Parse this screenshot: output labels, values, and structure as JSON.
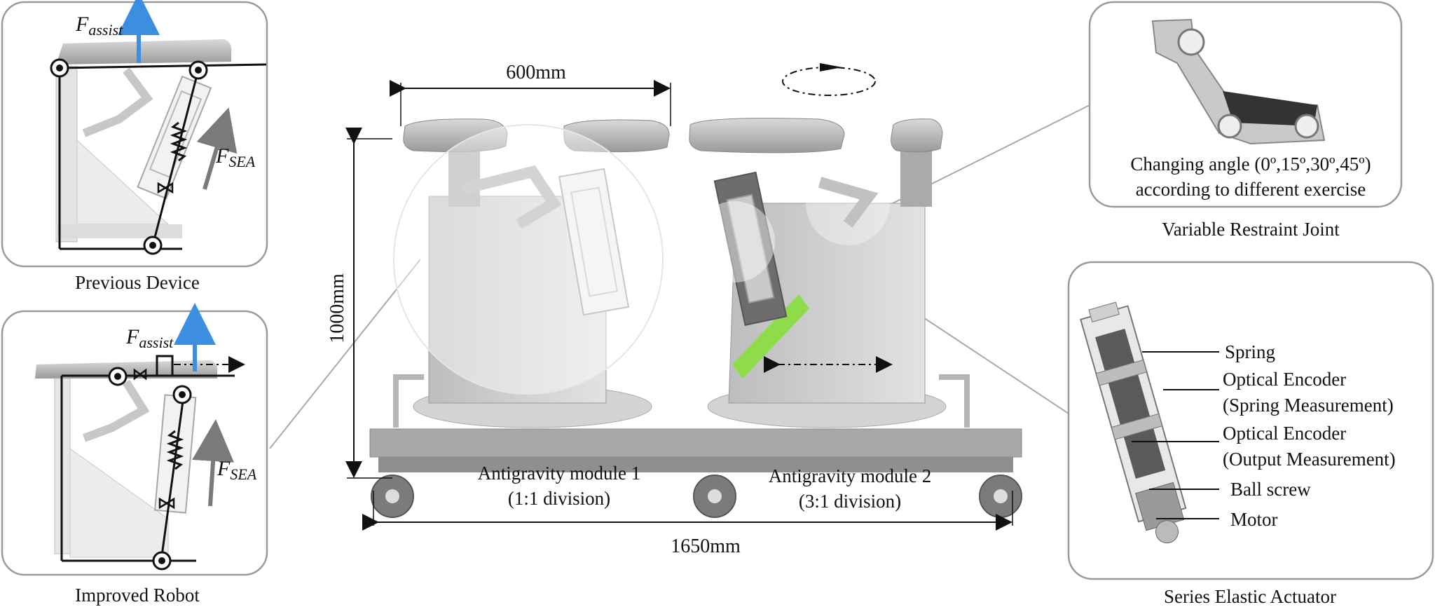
{
  "panels": {
    "previous": {
      "caption": "Previous Device",
      "f_assist": "F",
      "f_assist_sub": "assist",
      "f_sea": "F",
      "f_sea_sub": "SEA"
    },
    "improved": {
      "caption": "Improved Robot",
      "f_assist": "F",
      "f_assist_sub": "assist",
      "f_sea": "F",
      "f_sea_sub": "SEA"
    },
    "joint": {
      "caption": "Variable Restraint Joint",
      "line1": "Changing angle (0º,15º,30º,45º)",
      "line2": "according to different exercise"
    },
    "actuator": {
      "caption": "Series Elastic Actuator",
      "labels": [
        "Spring",
        "Optical Encoder",
        "(Spring Measurement)",
        "Optical Encoder",
        "(Output Measurement)",
        "Ball screw",
        "Motor"
      ]
    }
  },
  "main": {
    "width_top": "600mm",
    "height": "1000mm",
    "width_bottom": "1650mm",
    "module1_line1": "Antigravity module 1",
    "module1_line2": "(1:1 division)",
    "module2_line1": "Antigravity module 2",
    "module2_line2": "(3:1 division)"
  },
  "colors": {
    "assist_arrow": "#3b8ee0",
    "sea_arrow": "#7a7a7a",
    "accent_green": "#8fdc4a"
  }
}
